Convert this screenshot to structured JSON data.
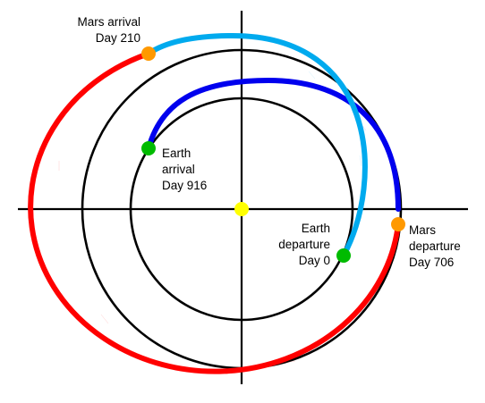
{
  "labels": {
    "mars_arrival_line1": "Mars arrival",
    "mars_arrival_line2": "Day 210",
    "earth_arrival_line1": "Earth",
    "earth_arrival_line2": "arrival",
    "earth_arrival_line3": "Day 916",
    "earth_departure_line1": "Earth",
    "earth_departure_line2": "departure",
    "earth_departure_line3": "Day 0",
    "mars_departure_line1": "Mars",
    "mars_departure_line2": "departure",
    "mars_departure_line3": "Day 706"
  },
  "colors": {
    "axes": "#000000",
    "earth_orbit": "#000000",
    "mars_orbit": "#000000",
    "mars_stay_arc": "#ff0000",
    "outbound_transfer": "#00aaee",
    "return_transfer": "#0000ee",
    "sun": "#ffff00",
    "mars_point": "#ff9900",
    "earth_point": "#00bb00"
  },
  "bodies": {
    "sun": "sun-marker",
    "earth_points": [
      "earth-departure-point",
      "earth-arrival-point"
    ],
    "mars_points": [
      "mars-arrival-point",
      "mars-departure-point"
    ]
  }
}
